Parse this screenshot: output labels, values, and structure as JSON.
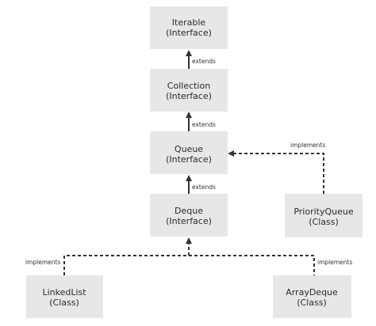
{
  "nodes": {
    "iterable": {
      "name": "Iterable",
      "kind": "(Interface)"
    },
    "collection": {
      "name": "Collection",
      "kind": "(Interface)"
    },
    "queue": {
      "name": "Queue",
      "kind": "(Interface)"
    },
    "deque": {
      "name": "Deque",
      "kind": "(Interface)"
    },
    "priority_queue": {
      "name": "PriorityQueue",
      "kind": "(Class)"
    },
    "linked_list": {
      "name": "LinkedList",
      "kind": "(Class)"
    },
    "array_deque": {
      "name": "ArrayDeque",
      "kind": "(Class)"
    }
  },
  "edges": {
    "collection_extends_iterable": "extends",
    "queue_extends_collection": "extends",
    "deque_extends_queue": "extends",
    "priority_queue_implements_queue": "implements",
    "linked_list_implements_deque": "implements",
    "array_deque_implements_deque": "implements"
  },
  "colors": {
    "node_fill": "#e7e7e7",
    "line": "#333333",
    "text": "#2b2b2b"
  }
}
